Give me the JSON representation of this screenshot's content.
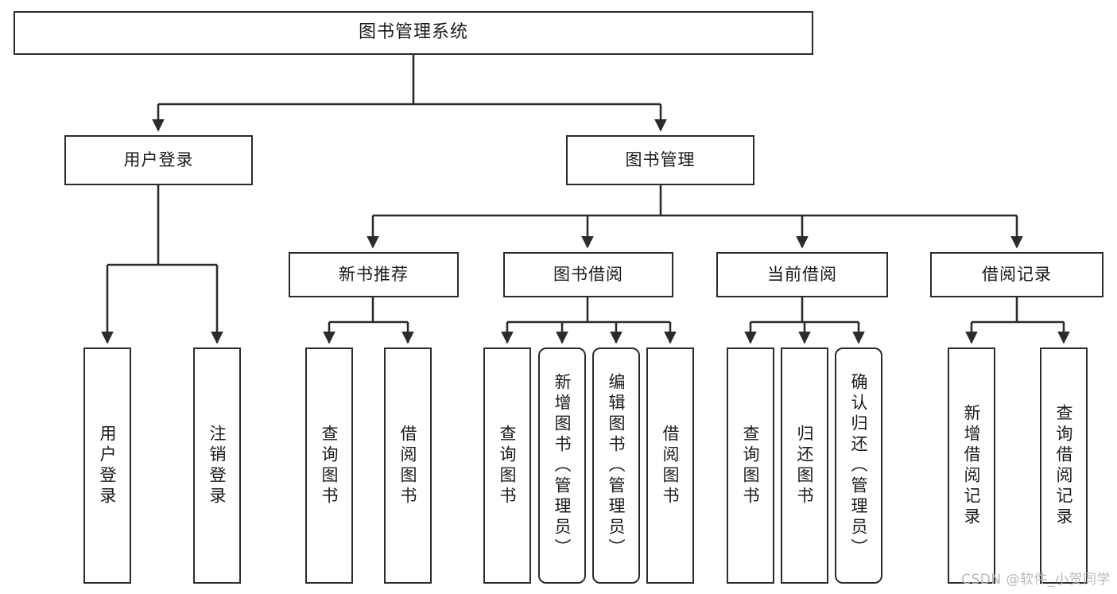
{
  "diagram": {
    "title": "图书管理系统",
    "type": "tree-hierarchy-chart",
    "watermark": "CSDN @软件_小贺同学",
    "colors": {
      "background": "#ffffff",
      "box_border": "#2b2b2b",
      "edge": "#2b2b2b",
      "text": "#1a1a1a",
      "watermark": "#b9b9b9"
    },
    "nodes": {
      "root": {
        "label": "图书管理系统"
      },
      "level2": [
        {
          "label": "用户登录"
        },
        {
          "label": "图书管理"
        }
      ],
      "level3": [
        {
          "label": "新书推荐"
        },
        {
          "label": "图书借阅"
        },
        {
          "label": "当前借阅"
        },
        {
          "label": "借阅记录"
        }
      ],
      "leaves_user_login": [
        {
          "label": "用户登录"
        },
        {
          "label": "注销登录"
        }
      ],
      "leaves_new_book": [
        {
          "label": "查询图书"
        },
        {
          "label": "借阅图书"
        }
      ],
      "leaves_borrow": [
        {
          "label": "查询图书"
        },
        {
          "label": "新增图书（管理员）"
        },
        {
          "label": "编辑图书（管理员）"
        },
        {
          "label": "借阅图书"
        }
      ],
      "leaves_current": [
        {
          "label": "查询图书"
        },
        {
          "label": "归还图书"
        },
        {
          "label": "确认归还（管理员）"
        }
      ],
      "leaves_records": [
        {
          "label": "新增借阅记录"
        },
        {
          "label": "查询借阅记录"
        }
      ]
    }
  }
}
